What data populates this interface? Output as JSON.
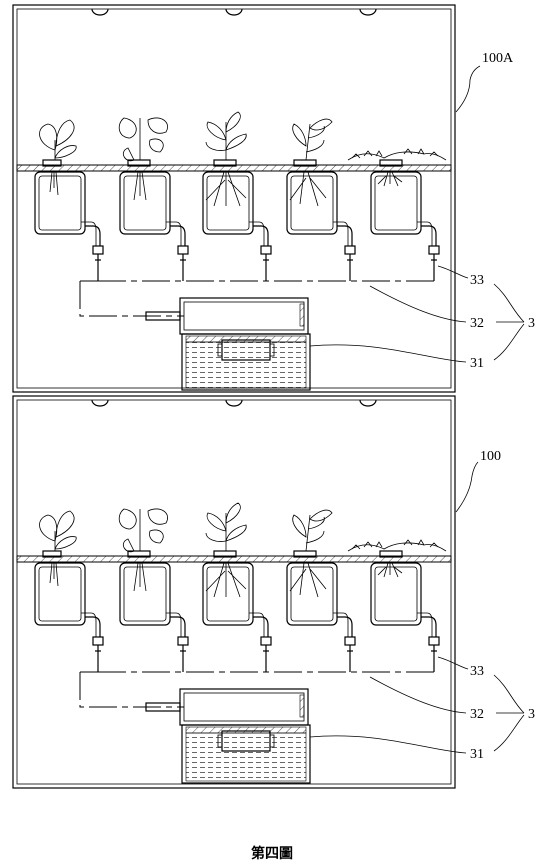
{
  "figure": {
    "caption": "第四圖",
    "units": [
      {
        "id": "upper",
        "label": "100A",
        "plant_count": 5
      },
      {
        "id": "lower",
        "label": "100",
        "plant_count": 5
      }
    ],
    "callouts": {
      "nozzle": "33",
      "pipe": "32",
      "tank": "31",
      "system": "3"
    }
  }
}
